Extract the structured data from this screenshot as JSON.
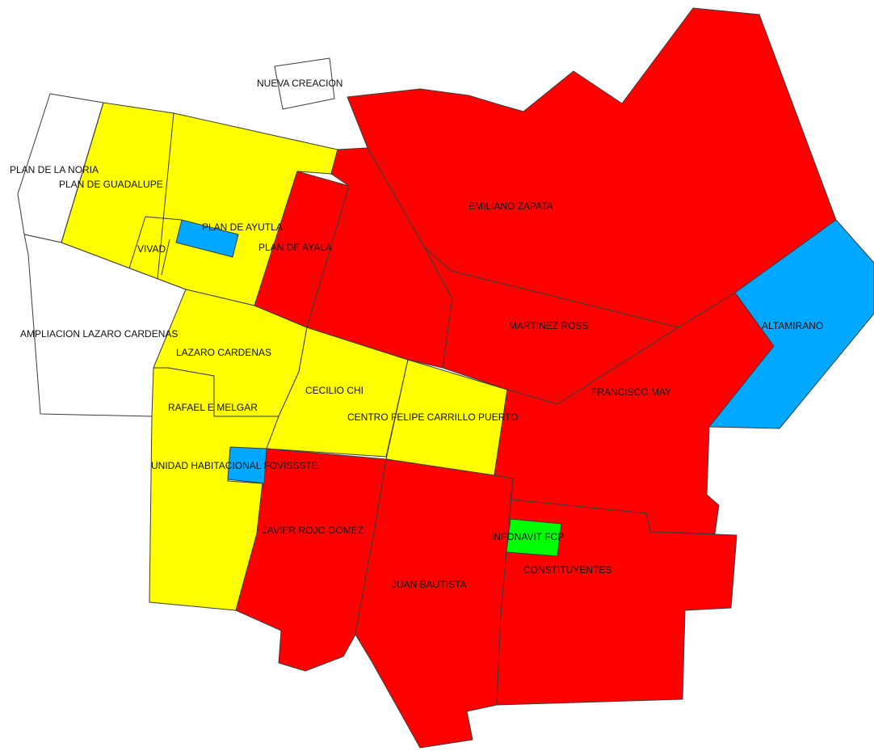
{
  "colors": {
    "red": "#ff0000",
    "yellow": "#ffff00",
    "blue": "#00a8ff",
    "green": "#00ff00",
    "white": "#ffffff"
  },
  "labels": {
    "nueva_creacion": "NUEVA CREACION",
    "plan_de_la_noria": "PLAN DE LA NORIA",
    "plan_de_guadalupe": "PLAN DE GUADALUPE",
    "emiliano_zapata": "EMILIANO ZAPATA",
    "plan_de_ayutla": "PLAN DE AYUTLA",
    "vivad": "VIVAD",
    "plan_de_ayala": "PLAN DE AYALA",
    "ampliacion_lazaro_cardenas": "AMPLIACION LAZARO CARDENAS",
    "lazaro_cardenas": "LAZARO CARDENAS",
    "martinez_ross": "MARTINEZ ROSS",
    "altamirano": "ALTAMIRANO",
    "cecilio_chi": "CECILIO CHI",
    "francisco_may": "FRANCISCO MAY",
    "rafael_e_melgar": "RAFAEL E MELGAR",
    "centro_felipe_carrillo_puerto": "CENTRO FELIPE CARRILLO PUERTO",
    "unidad_habitacional_fovissste": "UNIDAD HABITACIONAL FOVISSSTE",
    "javier_rojo_gomez": "JAVIER ROJO GOMEZ",
    "infonavit_fcp": "INFONAVIT FCP",
    "constituyentes": "CONSTITUYENTES",
    "juan_bautista": "JUAN BAUTISTA"
  }
}
